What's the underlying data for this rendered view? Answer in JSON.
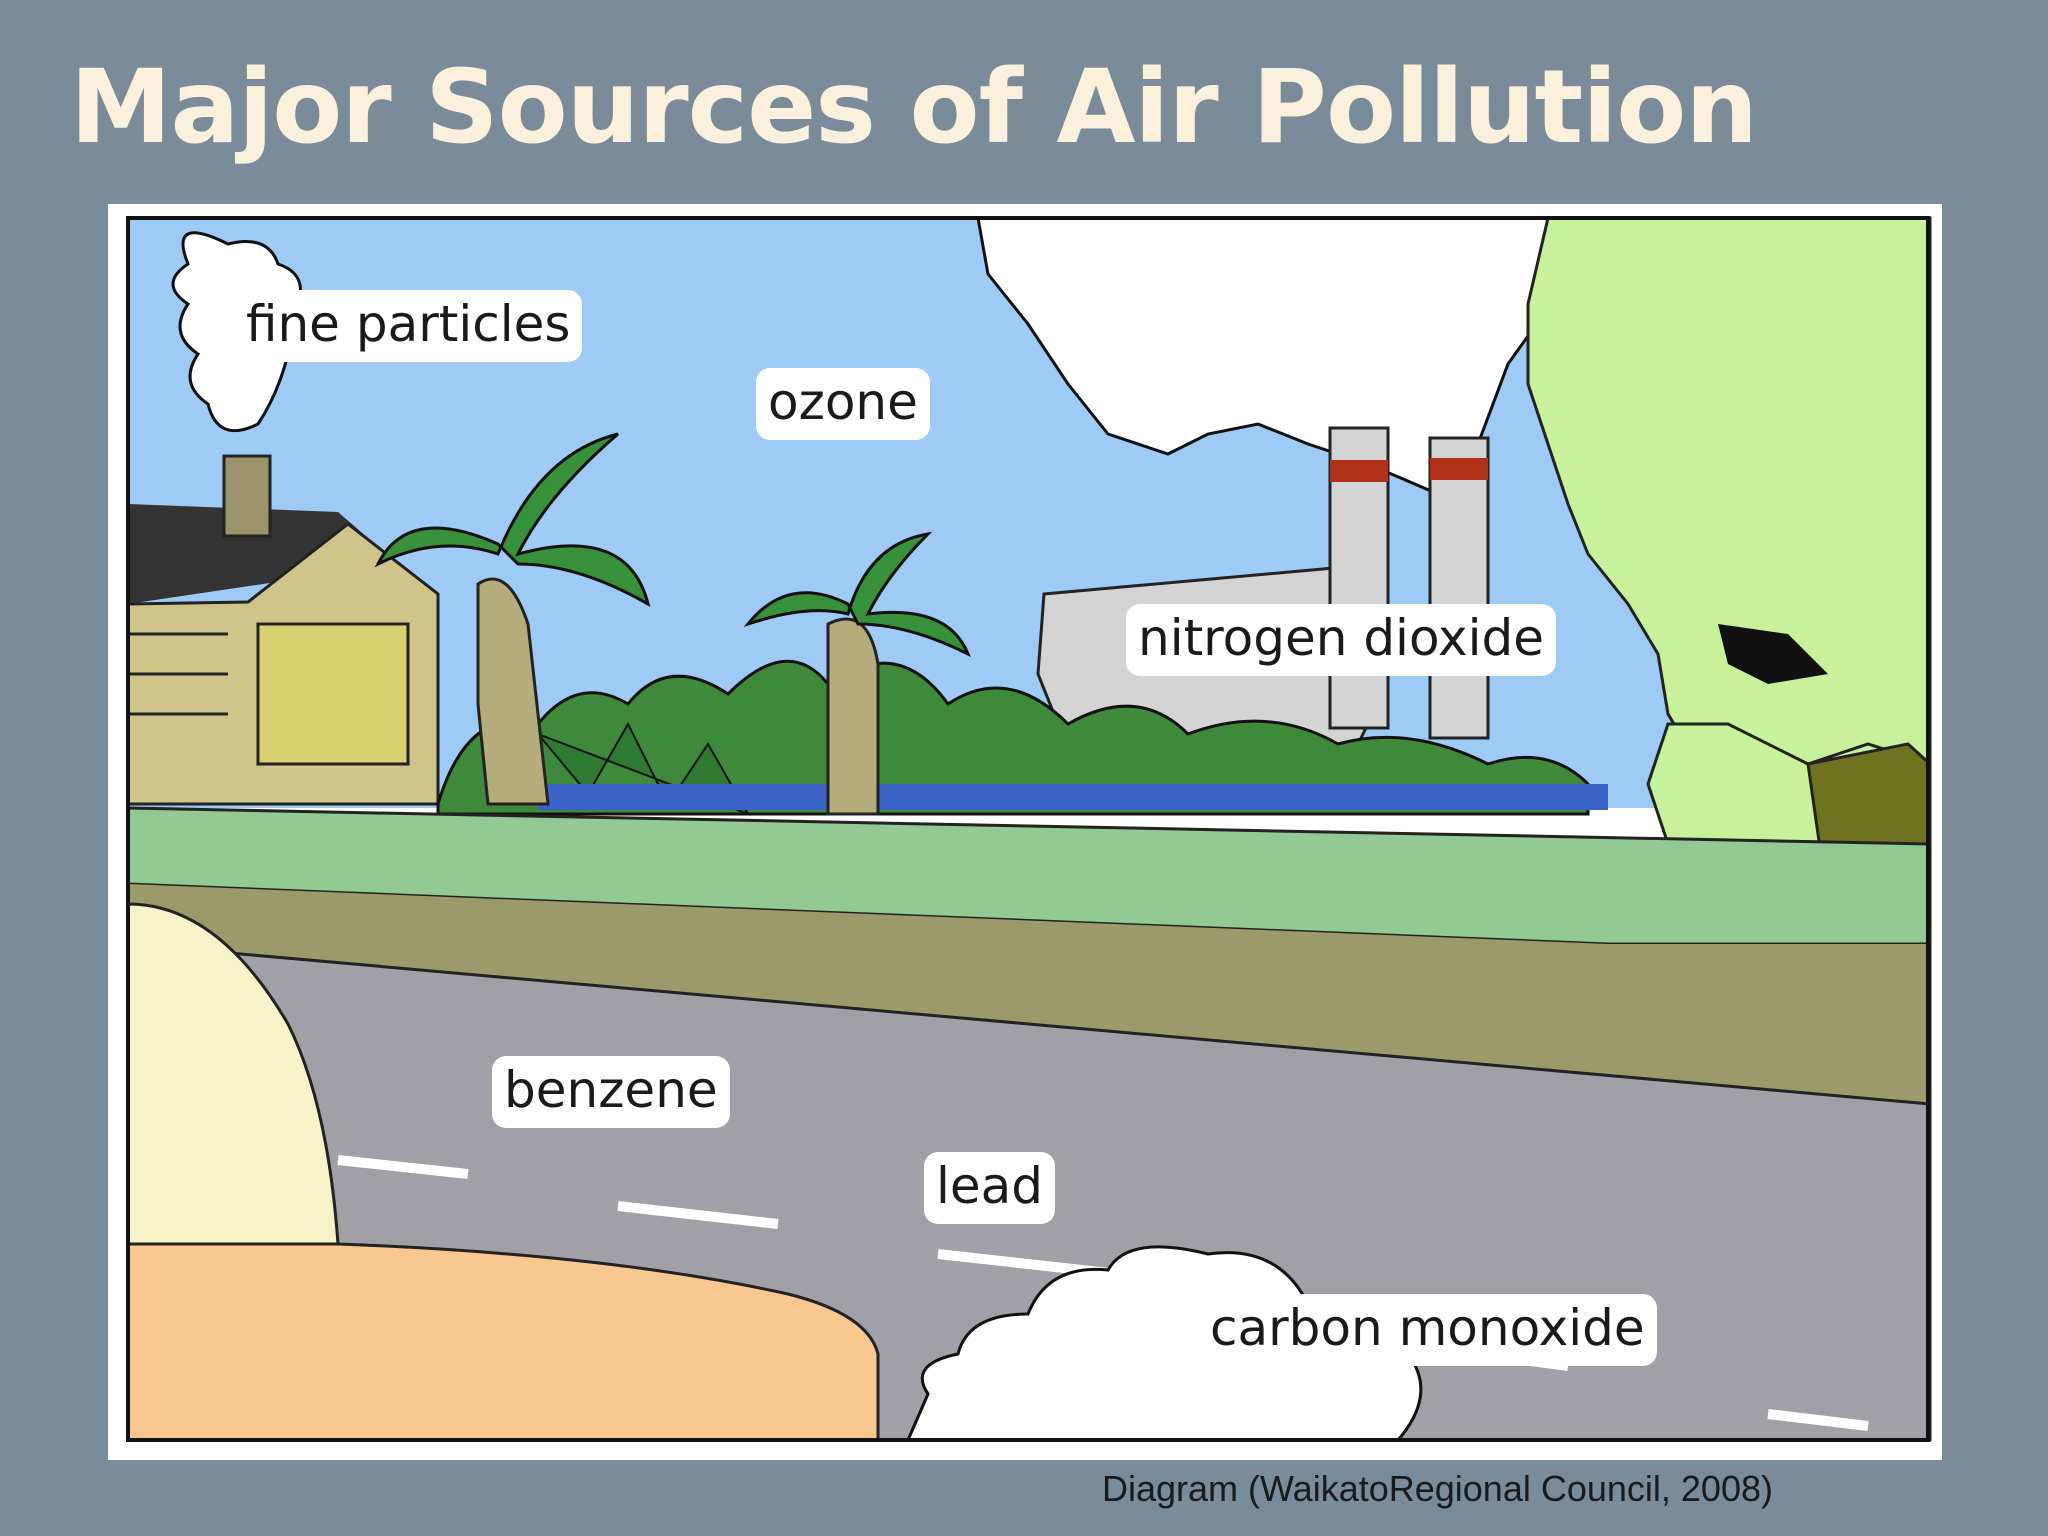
{
  "title": "Major Sources of Air Pollution",
  "diagram": {
    "labels": {
      "fine_particles": "fine particles",
      "ozone": "ozone",
      "nitrogen_dioxide": "nitrogen dioxide",
      "benzene": "benzene",
      "lead": "lead",
      "carbon_monoxide": "carbon monoxide"
    },
    "icons": [
      "house-icon",
      "chimney-smoke-icon",
      "palm-tree-icon",
      "factory-icon",
      "smokestack-icon",
      "tree-icon",
      "road-icon",
      "car-icon",
      "exhaust-cloud-icon"
    ]
  },
  "caption": "Diagram (WaikatoRegional Council, 2008)",
  "colors": {
    "background": "#7a8c9a",
    "title": "#faf0dc",
    "sky": "#9ecbf5",
    "grass": "#93c993",
    "road": "#a0a0a6",
    "car": "#f8c890"
  }
}
